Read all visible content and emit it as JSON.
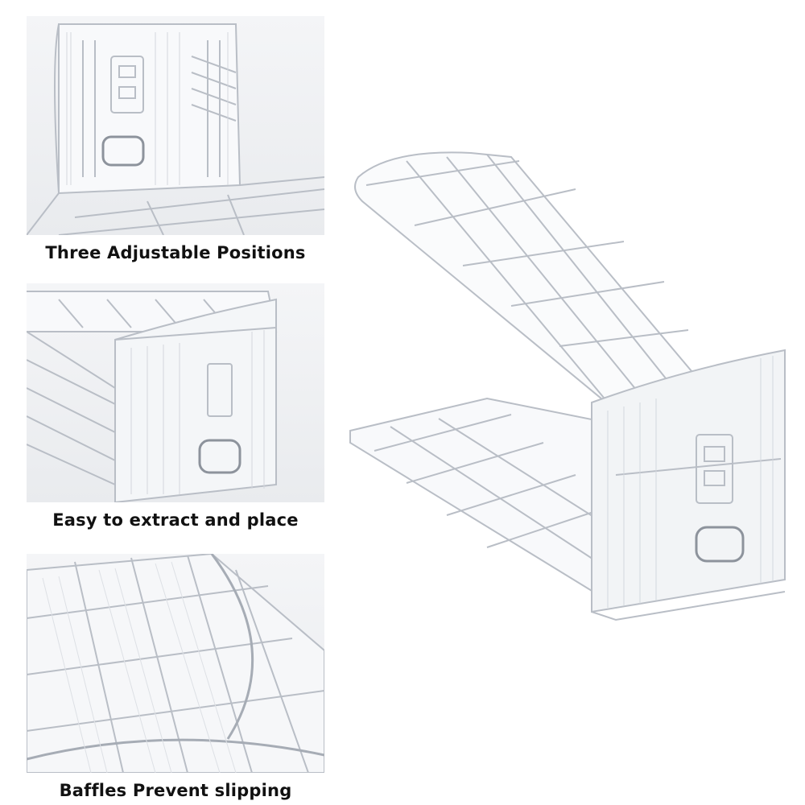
{
  "features": [
    {
      "caption": "Three Adjustable Positions",
      "image": "closeup-adjustment-slots"
    },
    {
      "caption": "Easy to extract and place",
      "image": "closeup-extraction-handle"
    },
    {
      "caption": "Baffles Prevent slipping",
      "image": "closeup-ridged-tray"
    }
  ],
  "hero": {
    "image": "clear-double-deck-shoe-rack"
  },
  "colors": {
    "background": "#ffffff",
    "caption_text": "#111111",
    "plastic_edge": "#b9bec6"
  }
}
